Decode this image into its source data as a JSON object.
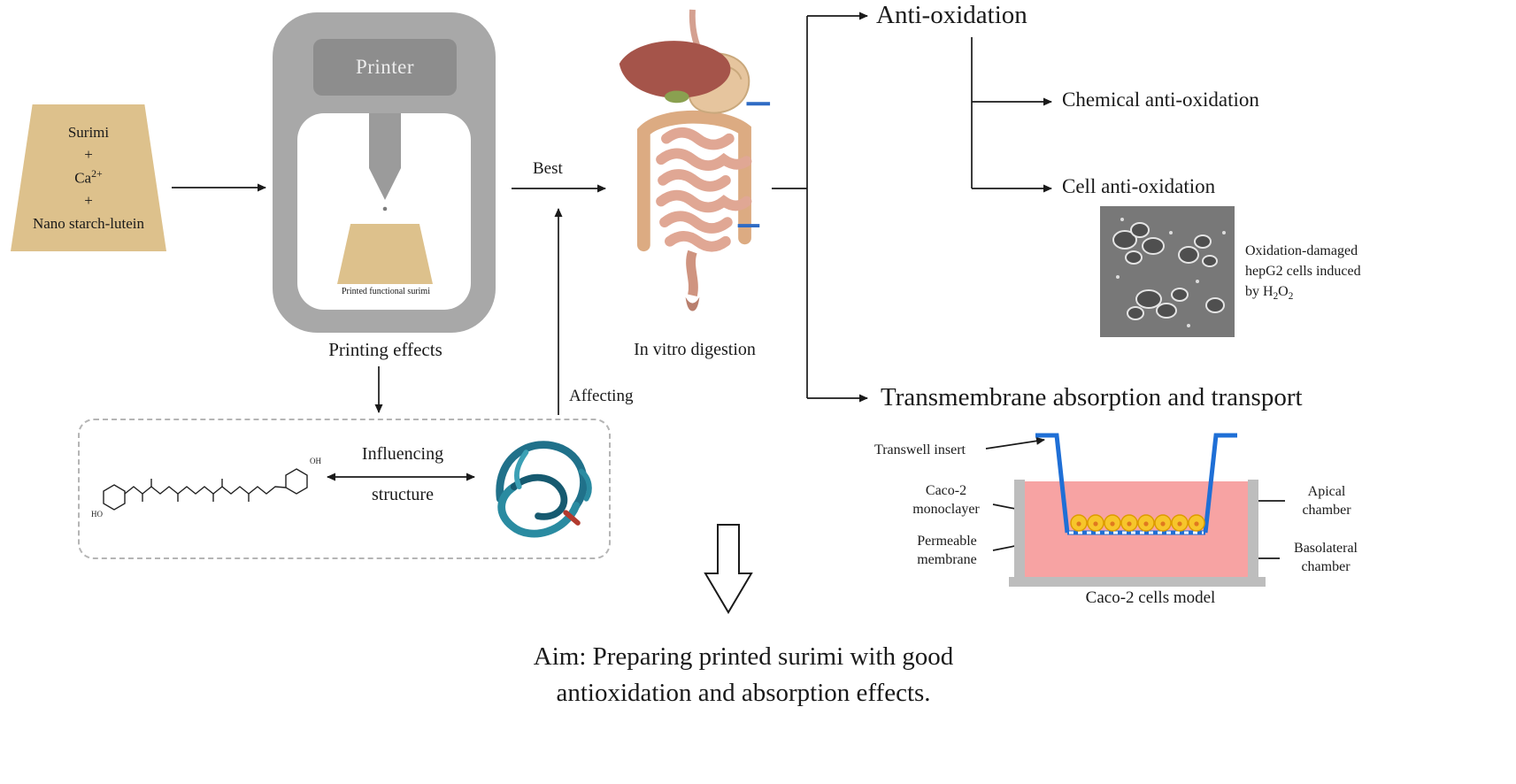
{
  "ingredients": {
    "line1": "Surimi",
    "plus1": "+",
    "ca_base": "Ca",
    "ca_sup": "2+",
    "plus2": "+",
    "line3": "Nano starch-lutein"
  },
  "printer": {
    "title": "Printer",
    "printed_caption": "Printed functional surimi",
    "caption": "Printing effects"
  },
  "structure": {
    "word1": "Influencing",
    "word2": "structure",
    "label_ho": "HO",
    "label_oh": "OH"
  },
  "digestion": {
    "best": "Best",
    "affecting": "Affecting",
    "caption": "In vitro digestion"
  },
  "outcomes": {
    "anti_oxidation": "Anti-oxidation",
    "chemical": "Chemical anti-oxidation",
    "cell": "Cell anti-oxidation",
    "transmembrane": "Transmembrane absorption and transport",
    "hepg2_line1": "Oxidation-damaged",
    "hepg2_line2": "hepG2 cells induced",
    "hepg2_line3a": "by H",
    "hepg2_line3b": "2",
    "hepg2_line3c": "O",
    "hepg2_line3d": "2"
  },
  "caco2": {
    "transwell_insert": "Transwell insert",
    "monolayer_line1": "Caco-2",
    "monolayer_line2": "monoclayer",
    "membrane_line1": "Permeable",
    "membrane_line2": "membrane",
    "apical_line1": "Apical",
    "apical_line2": "chamber",
    "basolateral_line1": "Basolateral",
    "basolateral_line2": "chamber",
    "caption": "Caco-2 cells model"
  },
  "aim": {
    "line1": "Aim: Preparing printed surimi with good",
    "line2": "antioxidation and absorption effects."
  },
  "colors": {
    "surimi_tan": "#ddc18c",
    "printer_gray": "#a8a8a8",
    "accent_blue": "#1f6fd6",
    "chamber_pink": "#f7a3a3",
    "cell_yellow": "#f7c52b",
    "protein_teal": "#2a8396"
  }
}
